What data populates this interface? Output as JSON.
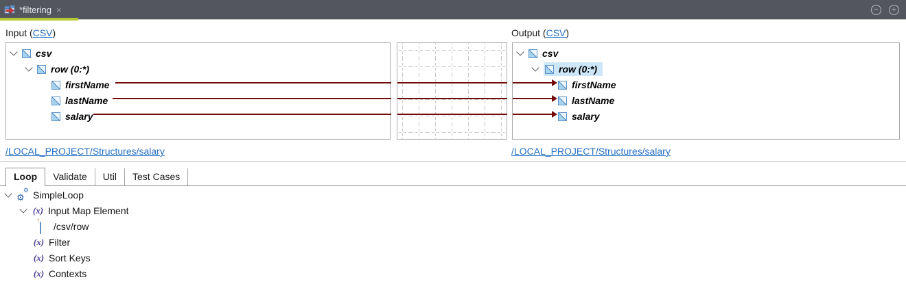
{
  "colors": {
    "tabbar_bg": "#54565e",
    "active_tab_underline": "#b2c833",
    "mapping_line": "#740b0b",
    "link_blue": "#2470c4",
    "selection_blue": "#cde7f8",
    "element_icon_blue": "#5d94c9"
  },
  "editor_tab": {
    "title": "*filtering"
  },
  "icons": {
    "close": "×",
    "minimize": "−",
    "maximize": "+",
    "fx": "(x)",
    "gear": "⚙",
    "ref_arrow": "↑"
  },
  "input_section": {
    "label_prefix": "Input (",
    "label_link": "CSV",
    "label_suffix": ")",
    "tree": {
      "root": "csv",
      "row": "row (0:*)",
      "fields": [
        "firstName",
        "lastName",
        "salary"
      ]
    },
    "structure_link": "/LOCAL_PROJECT/Structures/salary"
  },
  "output_section": {
    "label_prefix": "Output (",
    "label_link": "CSV",
    "label_suffix": ")",
    "tree": {
      "root": "csv",
      "row": "row (0:*)",
      "fields": [
        "firstName",
        "lastName",
        "salary"
      ],
      "selected_node": "row (0:*)"
    },
    "structure_link": "/LOCAL_PROJECT/Structures/salary"
  },
  "mappings": [
    {
      "from": "firstName",
      "to": "firstName"
    },
    {
      "from": "lastName",
      "to": "lastName"
    },
    {
      "from": "salary",
      "to": "salary"
    }
  ],
  "bottom_tabs": {
    "tabs": [
      {
        "label": "Loop",
        "active": true
      },
      {
        "label": "Validate",
        "active": false
      },
      {
        "label": "Util",
        "active": false
      },
      {
        "label": "Test Cases",
        "active": false
      }
    ]
  },
  "loop_tree": {
    "root": "SimpleLoop",
    "input_map_element": "Input Map Element",
    "input_map_path": "/csv/row",
    "filter": "Filter",
    "sort_keys": "Sort Keys",
    "contexts": "Contexts"
  }
}
